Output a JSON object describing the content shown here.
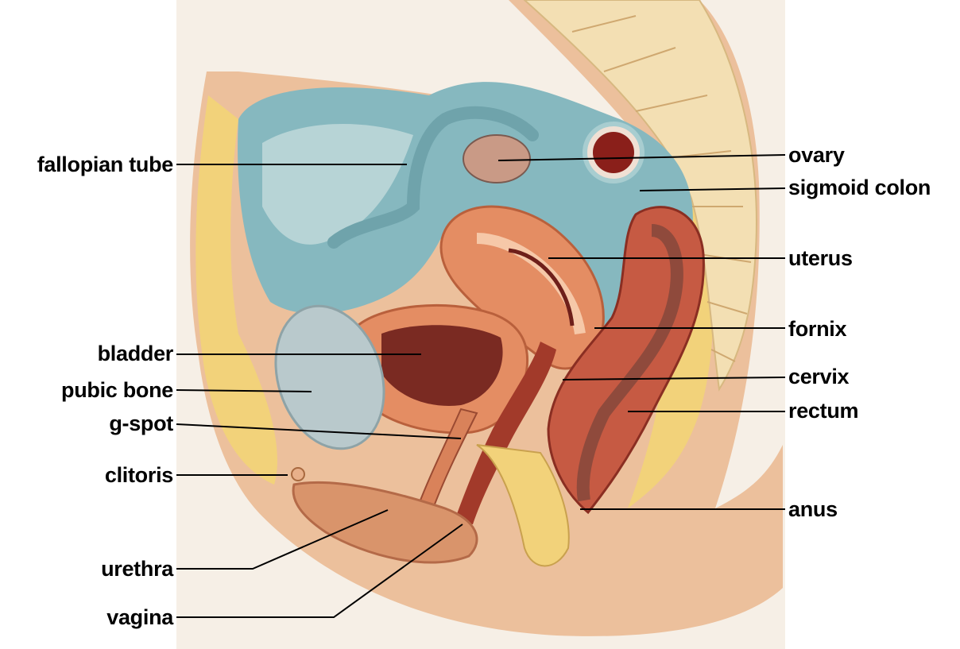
{
  "diagram": {
    "labels_left": [
      {
        "id": "fallopian-tube",
        "text": "fallopian tube"
      },
      {
        "id": "bladder",
        "text": "bladder"
      },
      {
        "id": "pubic-bone",
        "text": "pubic bone"
      },
      {
        "id": "g-spot",
        "text": "g-spot"
      },
      {
        "id": "clitoris",
        "text": "clitoris"
      },
      {
        "id": "urethra",
        "text": "urethra"
      },
      {
        "id": "vagina",
        "text": "vagina"
      }
    ],
    "labels_right": [
      {
        "id": "ovary",
        "text": "ovary"
      },
      {
        "id": "sigmoid-colon",
        "text": "sigmoid colon"
      },
      {
        "id": "uterus",
        "text": "uterus"
      },
      {
        "id": "fornix",
        "text": "fornix"
      },
      {
        "id": "cervix",
        "text": "cervix"
      },
      {
        "id": "rectum",
        "text": "rectum"
      },
      {
        "id": "anus",
        "text": "anus"
      }
    ],
    "colors": {
      "background": "#ffffff",
      "skin": "#e9b48d",
      "fat_yellow": "#f2d27a",
      "peritoneum_blue": "#7fb3bb",
      "muscle": "#d9825a",
      "dark_lumen": "#6e1f1a",
      "bone": "#f3dfb3",
      "leader_line": "#000000"
    }
  }
}
